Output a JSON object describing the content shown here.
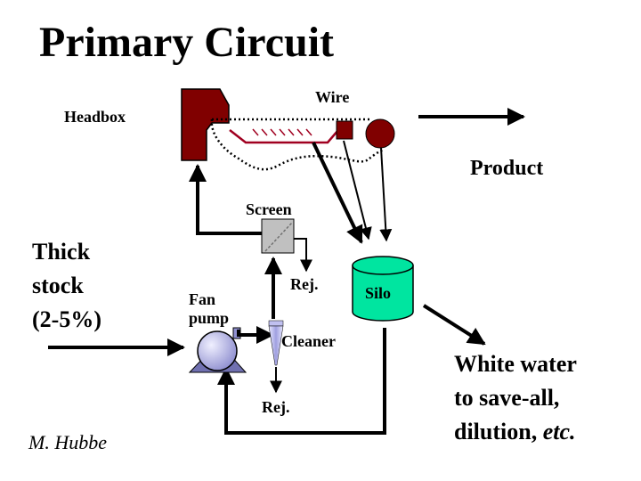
{
  "title": "Primary Circuit",
  "labels": {
    "headbox": "Headbox",
    "wire": "Wire",
    "product": "Product",
    "screen": "Screen",
    "thick_stock": [
      "Thick",
      "stock",
      "(2-5%)"
    ],
    "fan_pump": [
      "Fan",
      "pump"
    ],
    "rej_screen": "Rej.",
    "silo": "Silo",
    "cleaner": "Cleaner",
    "rej_cleaner": "Rej.",
    "white_water": {
      "line1": "White water",
      "line2": "to save-all,",
      "line3_prefix": "dilution, ",
      "line3_italic": "etc."
    },
    "author": "M. Hubbe"
  },
  "colors": {
    "headbox": "#800000",
    "silo": "#00e5a0",
    "screen": "#c0c0c0",
    "pump": "#c8c8f0",
    "cleaner": "#c0c0f0",
    "trough": "#a00020"
  }
}
